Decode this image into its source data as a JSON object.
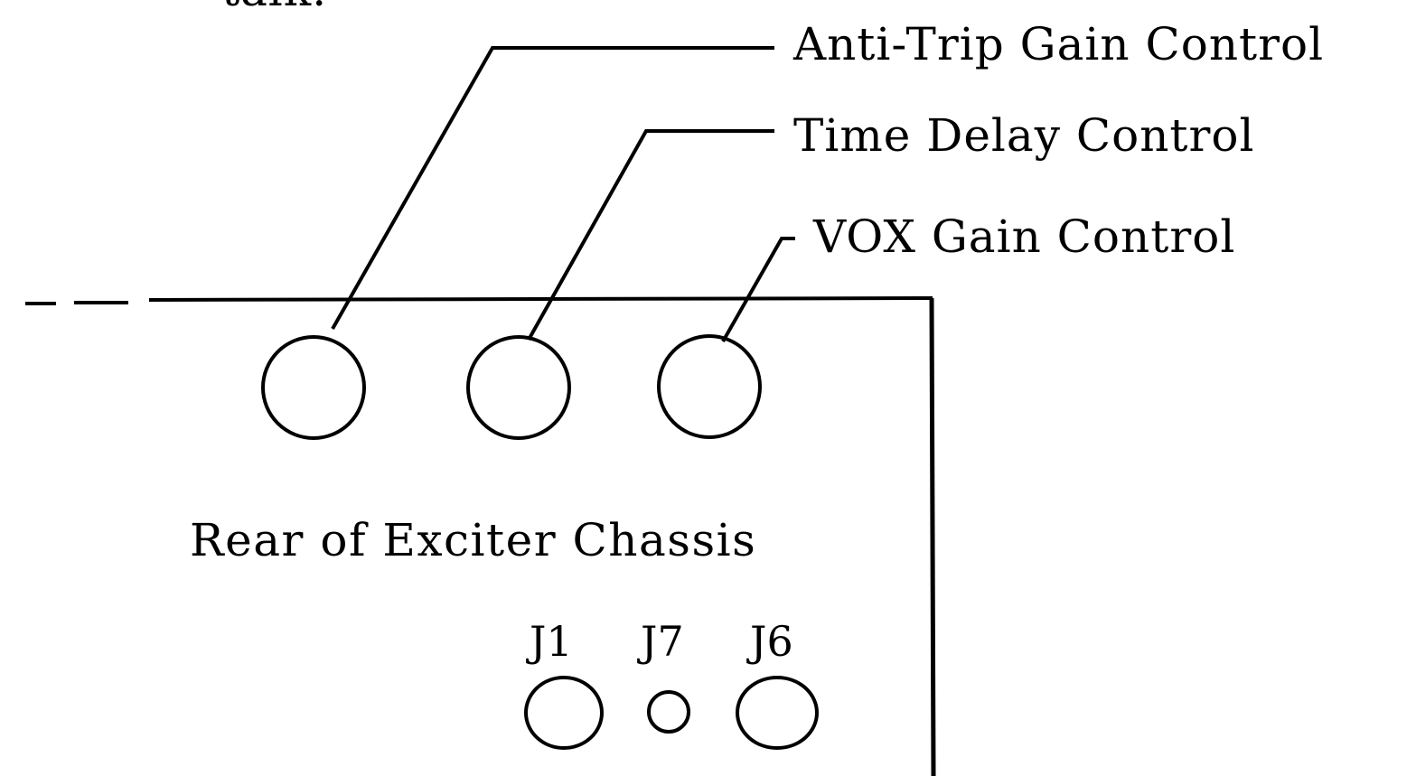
{
  "diagram": {
    "top_fragment": "talk.",
    "labels": {
      "anti_trip": "Anti-Trip Gain Control",
      "time_delay": "Time Delay Control",
      "vox_gain": "VOX Gain Control",
      "chassis": "Rear of Exciter Chassis"
    },
    "jacks": {
      "j1": "J1",
      "j7": "J7",
      "j6": "J6"
    }
  }
}
